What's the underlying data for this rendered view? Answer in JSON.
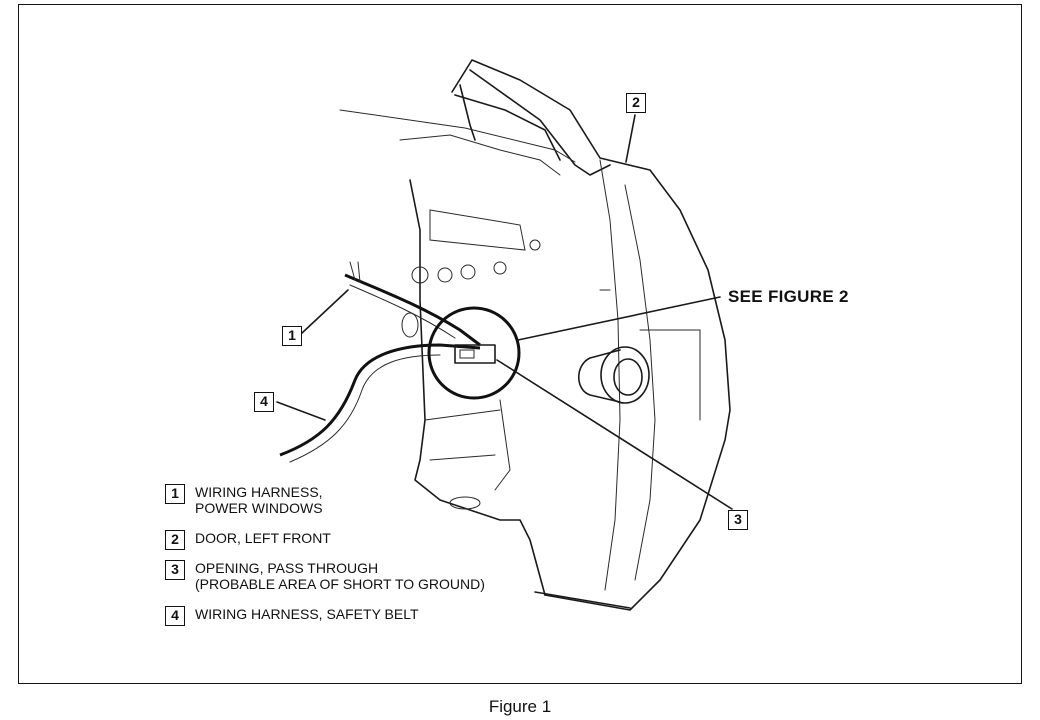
{
  "figure": {
    "caption": "Figure 1",
    "see_reference": "SEE FIGURE 2"
  },
  "callouts": [
    {
      "number": "1"
    },
    {
      "number": "2"
    },
    {
      "number": "3"
    },
    {
      "number": "4"
    }
  ],
  "legend": [
    {
      "number": "1",
      "lines": [
        "WIRING HARNESS,",
        "POWER WINDOWS"
      ]
    },
    {
      "number": "2",
      "lines": [
        "DOOR, LEFT FRONT"
      ]
    },
    {
      "number": "3",
      "lines": [
        "OPENING, PASS THROUGH",
        "(PROBABLE AREA OF SHORT TO GROUND)"
      ]
    },
    {
      "number": "4",
      "lines": [
        "WIRING HARNESS, SAFETY BELT"
      ]
    }
  ]
}
